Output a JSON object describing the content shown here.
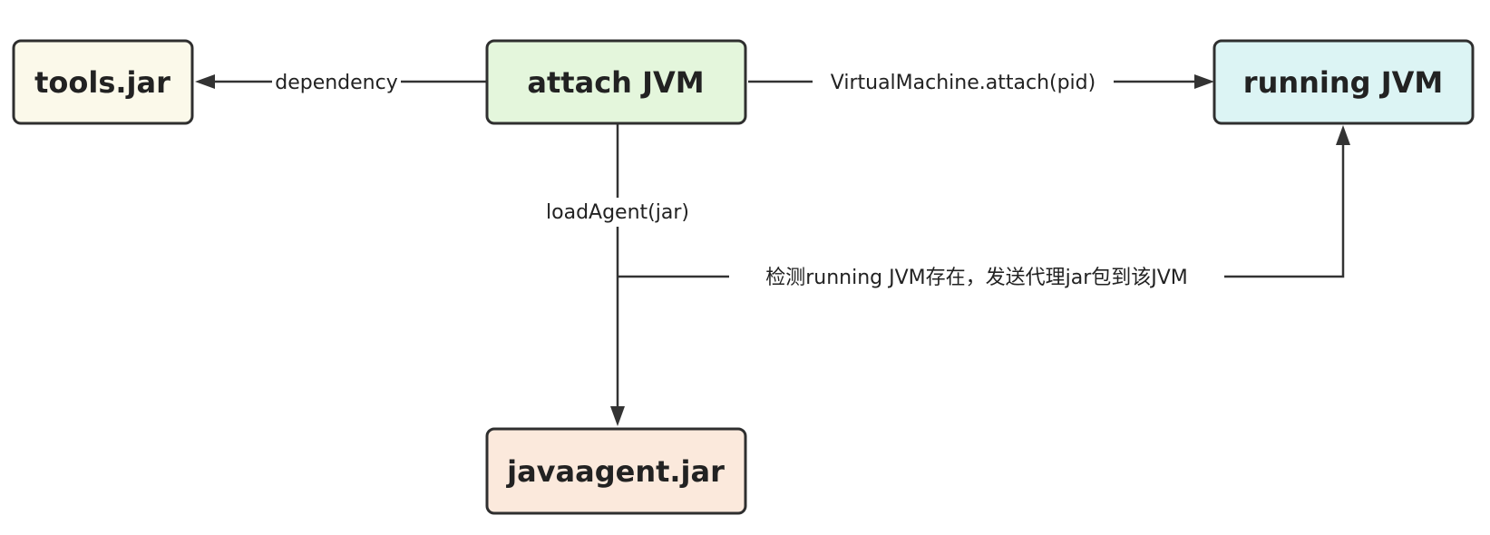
{
  "colors": {
    "tools_jar_fill": "#fbf9ea",
    "attach_jvm_fill": "#e4f6dc",
    "running_jvm_fill": "#dcf4f4",
    "javaagent_jar_fill": "#fbe9dc",
    "stroke": "#2f2f2f",
    "edge": "#333333"
  },
  "nodes": {
    "tools_jar": {
      "label": "tools.jar"
    },
    "attach_jvm": {
      "label": "attach JVM"
    },
    "running_jvm": {
      "label": "running JVM"
    },
    "javaagent_jar": {
      "label": "javaagent.jar"
    }
  },
  "edges": {
    "dependency": {
      "label": "dependency",
      "from": "attach JVM",
      "to": "tools.jar"
    },
    "attach": {
      "label": "VirtualMachine.attach(pid)",
      "from": "attach JVM",
      "to": "running JVM"
    },
    "load_agent": {
      "label": "loadAgent(jar)",
      "from": "attach JVM",
      "to": "javaagent.jar"
    },
    "send_agent": {
      "label": "检测running JVM存在，发送代理jar包到该JVM",
      "from": "loadAgent(jar)",
      "to": "running JVM"
    }
  }
}
